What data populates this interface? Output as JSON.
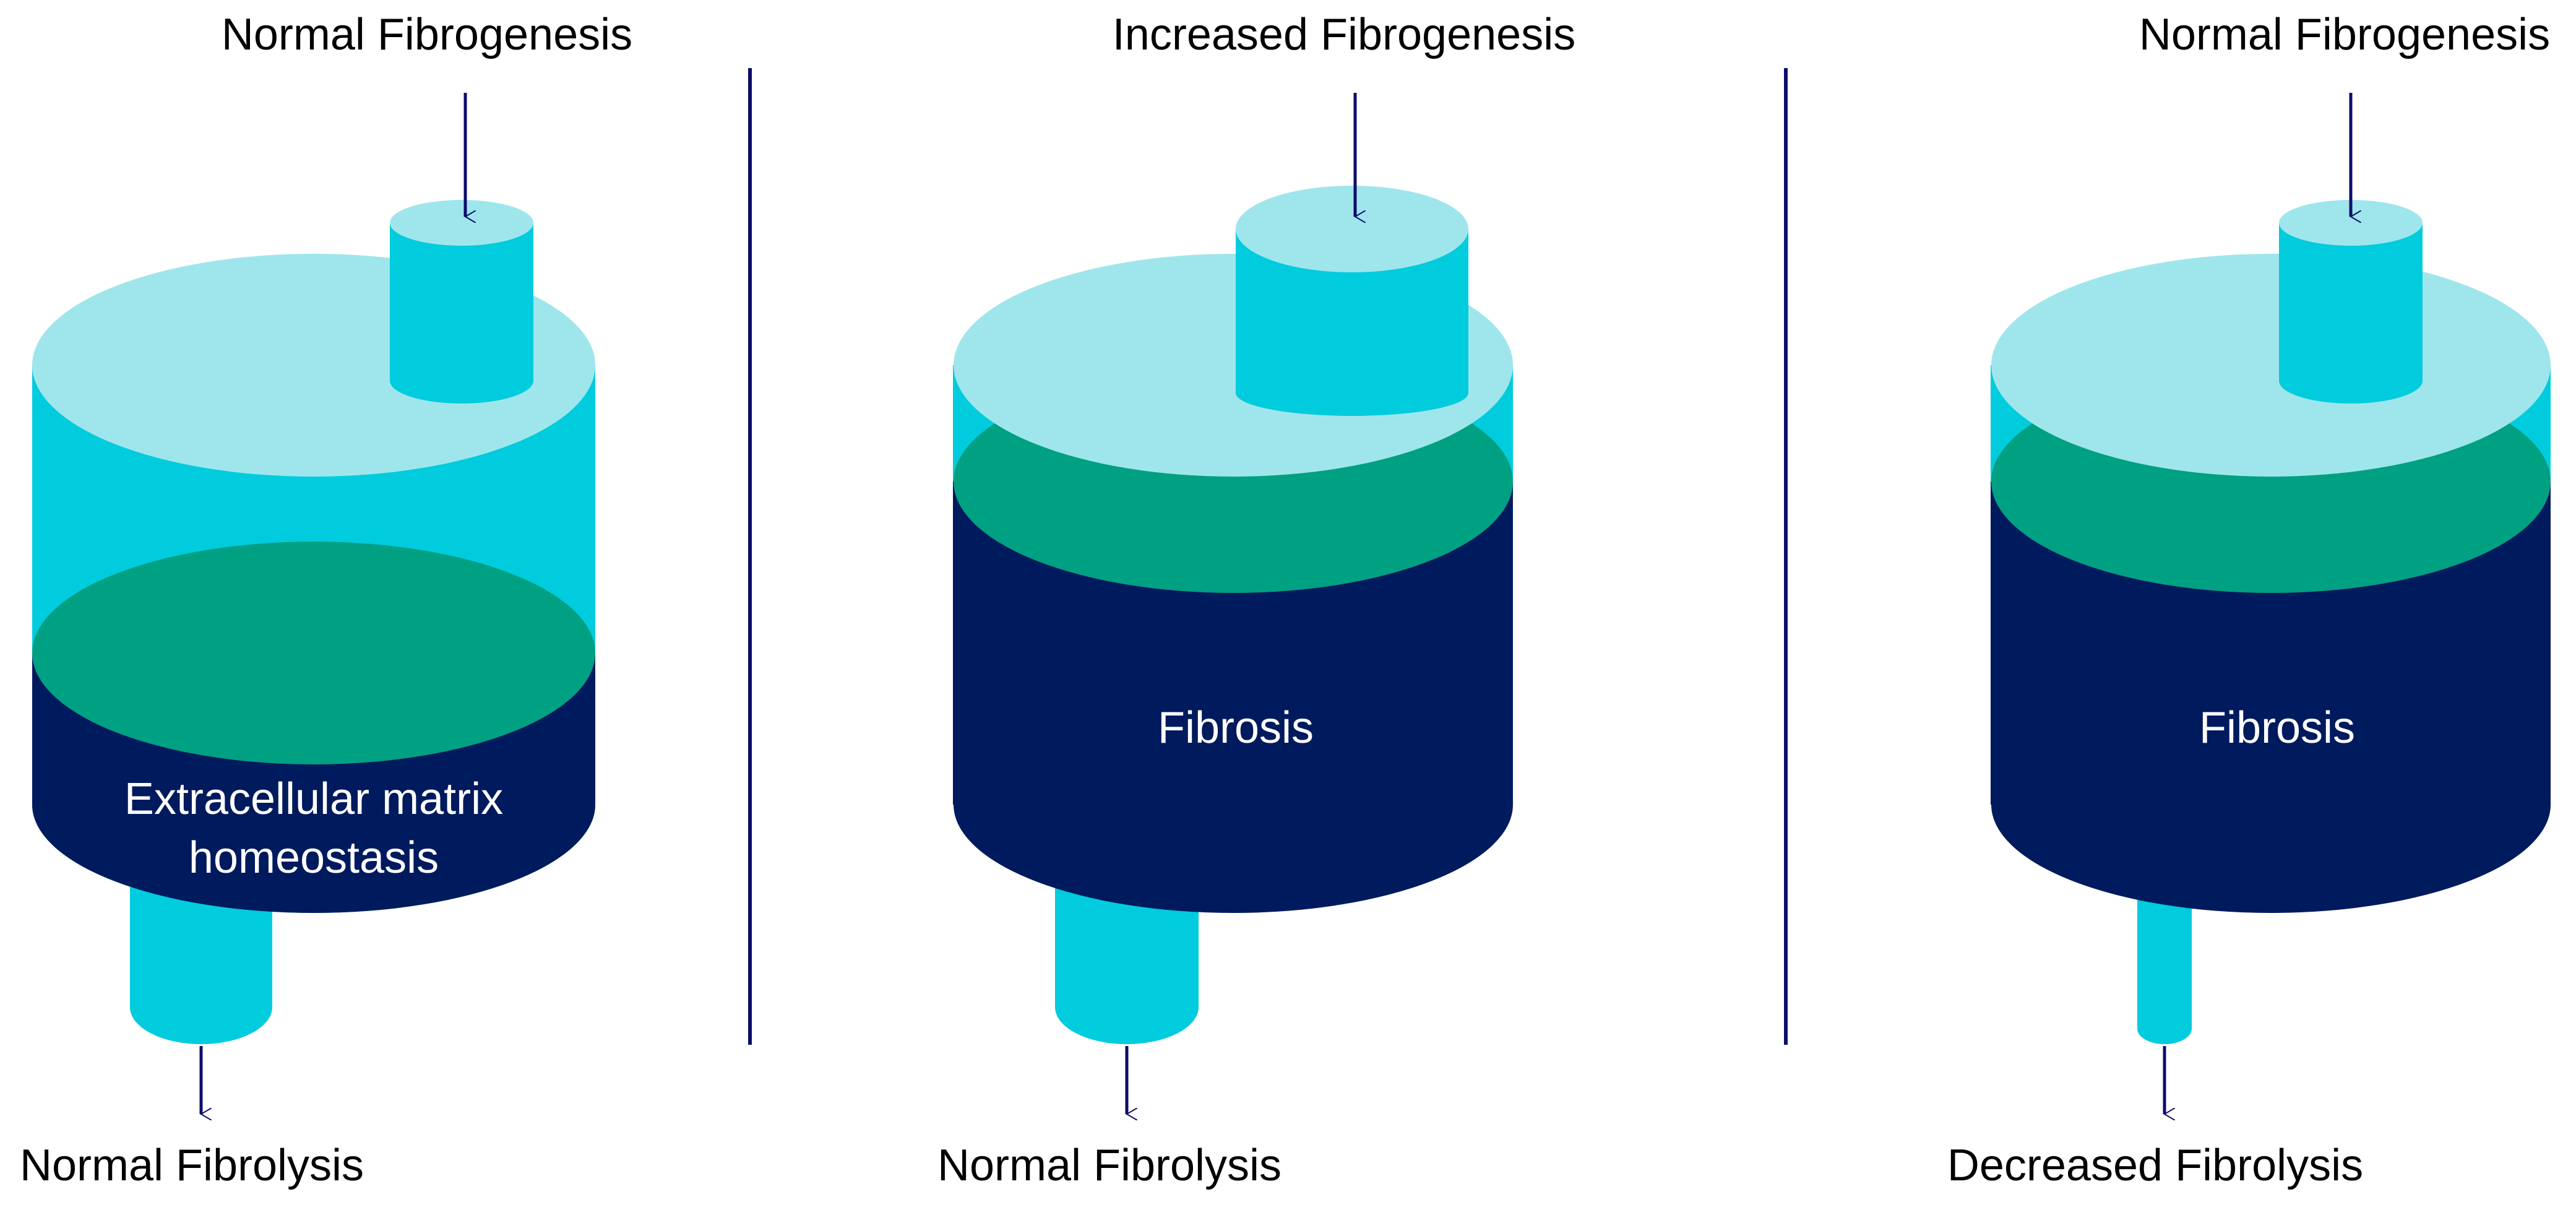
{
  "colors": {
    "cyan": "#00CCDD",
    "light_cyan": "#9FE6EC",
    "green": "#00A083",
    "navy": "#001A5E",
    "arrow": "#0D0D6B",
    "divider": "#0D0D6B",
    "text": "#000000",
    "inner_text": "#FFFFFF"
  },
  "panels": [
    {
      "top_label": "Normal Fibrogenesis",
      "bottom_label": "Normal Fibrolysis",
      "inner_label_lines": [
        "Extracellular matrix",
        "homeostasis"
      ]
    },
    {
      "top_label": "Increased Fibrogenesis",
      "bottom_label": "Normal Fibrolysis",
      "inner_label_lines": [
        "Fibrosis"
      ]
    },
    {
      "top_label": "Normal Fibrogenesis",
      "bottom_label": "Decreased Fibrolysis",
      "inner_label_lines": [
        "Fibrosis"
      ]
    }
  ]
}
